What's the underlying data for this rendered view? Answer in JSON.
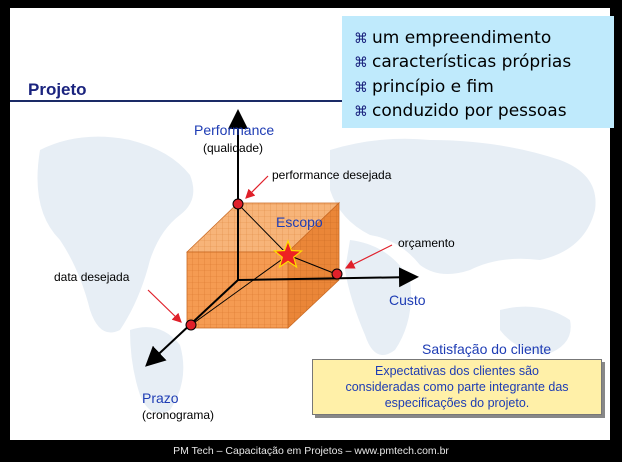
{
  "title": "Projeto",
  "bullets": [
    {
      "icon": "command-key-icon",
      "text": "um empreendimento"
    },
    {
      "icon": "command-key-icon",
      "text": "características próprias"
    },
    {
      "icon": "command-key-icon",
      "text": "princípio e fim"
    },
    {
      "icon": "command-key-icon",
      "text": "conduzido por pessoas"
    }
  ],
  "diagram": {
    "axis_up_label": "Performance",
    "axis_up_sub": "(qualidade)",
    "axis_right_label": "Custo",
    "axis_down_label": "Prazo",
    "axis_down_sub": "(cronograma)",
    "center_label": "Escopo",
    "point_performance": "performance desejada",
    "point_budget": "orçamento",
    "point_date": "data desejada",
    "cube_color": "#f39a4c",
    "point_color": "#e0202a",
    "star_color": "#ee2222"
  },
  "satisfaction": {
    "title": "Satisfação do cliente",
    "text_line1": "Expectativas dos clientes são",
    "text_line2": "consideradas como parte integrante das",
    "text_line3": "especificações do projeto."
  },
  "footer": "PM Tech – Capacitação em Projetos – www.pmtech.com.br"
}
